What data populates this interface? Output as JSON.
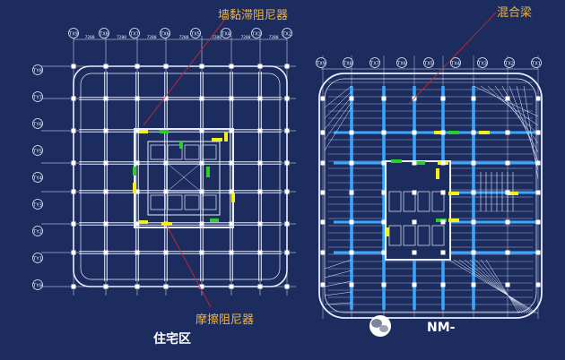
{
  "labels": {
    "viscous_damper": "墙黏滞阻尼器",
    "hybrid_beam": "混合梁",
    "friction_damper": "摩擦阻尼器",
    "residential_zone": "住宅区",
    "watermark_text": "NM-"
  },
  "left_plan": {
    "top_axes": [
      "TX9",
      "TX8",
      "TX7",
      "TX6",
      "TX5",
      "TX4",
      "TX3",
      "TX2"
    ],
    "side_axes": [
      "TY8",
      "TY7",
      "TY6",
      "TY5",
      "TY4",
      "TY3",
      "TY2",
      "TY1",
      "TY0"
    ]
  },
  "right_plan": {
    "top_axes": [
      "TX9",
      "TX8",
      "TX7",
      "TX6",
      "TX5",
      "TX4",
      "TX3",
      "TX2",
      "TX1"
    ]
  },
  "colors": {
    "background": "#1c2c5e",
    "linework": "#e8eeff",
    "label_gold": "#f2b43a",
    "leader_red": "#d8282a",
    "damper_yellow": "#f5f01a",
    "damper_green": "#2ecc2e",
    "beam_cyan": "#3aa8ff"
  }
}
